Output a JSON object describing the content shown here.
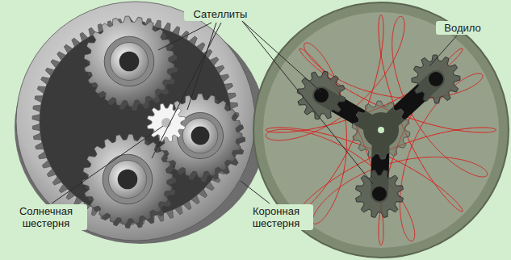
{
  "diagram": {
    "labels": [
      "Сателлиты",
      "Водило",
      "Солнечная шестерня",
      "Коронная шестерня"
    ]
  }
}
